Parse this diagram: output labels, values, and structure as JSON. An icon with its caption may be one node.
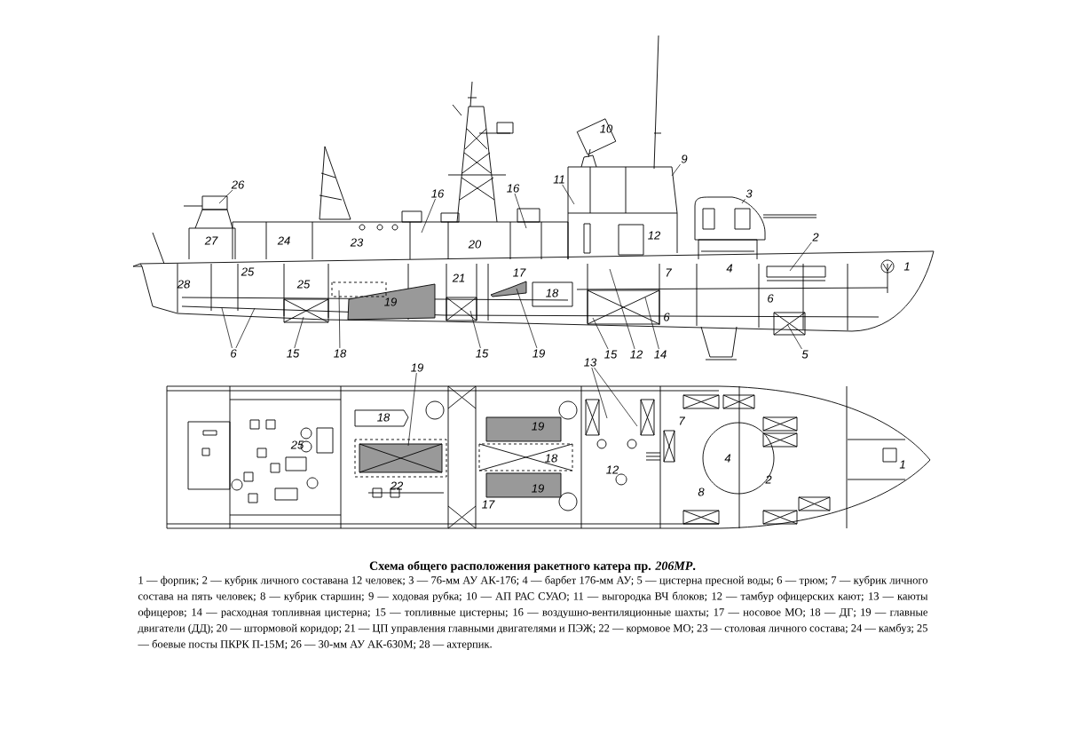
{
  "diagram": {
    "title": "Схема общего расположения ракетного катера пр. *206МР*.",
    "caption": "1 — форпик; 2 — кубрик личного составана 12 человек; 3 — 76-мм АУ АК-176; 4 — барбет 176-мм АУ; 5 — цистерна пресной воды; 6 — трюм; 7 — кубрик личного состава на пять человек; 8 — кубрик старшин; 9 — ходовая рубка; 10 — АП РАС СУАО; 11 — выгородка ВЧ блоков; 12 — тамбур офицерских кают; 13 — каюты офицеров; 14 — расходная топливная цистерна; 15 — топливные цистерны; 16 — воздушно-вентиляционные шахты; 17 — носовое МО; 18 — ДГ; 19 — главные двигатели (ДД); 20 — штормовой коридор; 21 — ЦП управления главными двигателями и ПЭЖ; 22 — кормовое МО; 23 — столовая личного состава; 24 — камбуз; 25 — боевые посты ПКРК П-15М; 26 — 30-мм АУ АК-630М; 28 — ахтерпик.",
    "nodes": [
      {
        "text": [
          "26"
        ]
      },
      {
        "text": [
          "16"
        ]
      },
      {
        "text": [
          "16"
        ]
      },
      {
        "text": [
          "11"
        ]
      },
      {
        "text": [
          "9"
        ]
      },
      {
        "text": [
          "3"
        ]
      },
      {
        "text": [
          "2"
        ]
      },
      {
        "text": [
          "6"
        ]
      },
      {
        "text": [
          "15"
        ]
      },
      {
        "text": [
          "18"
        ]
      },
      {
        "text": [
          "15"
        ]
      },
      {
        "text": [
          "19"
        ]
      },
      {
        "text": [
          "15"
        ]
      },
      {
        "text": [
          "12"
        ]
      },
      {
        "text": [
          "14"
        ]
      },
      {
        "text": [
          "5"
        ]
      },
      {
        "text": [
          "19"
        ]
      },
      {
        "text": [
          "13"
        ]
      }
    ],
    "edges": [
      {
        "from": 0,
        "to": null,
        "arrow": "none"
      },
      {
        "from": 1,
        "to": null,
        "arrow": "none"
      },
      {
        "from": 2,
        "to": null,
        "arrow": "none"
      },
      {
        "from": 3,
        "to": null,
        "arrow": "none"
      },
      {
        "from": 4,
        "to": null,
        "arrow": "none"
      },
      {
        "from": 5,
        "to": null,
        "arrow": "none"
      },
      {
        "from": 6,
        "to": null,
        "arrow": "none"
      },
      {
        "from": 7,
        "to": null,
        "arrow": "none"
      },
      {
        "from": 7,
        "to": null,
        "arrow": "none"
      },
      {
        "from": 8,
        "to": null,
        "arrow": "none"
      },
      {
        "from": 9,
        "to": null,
        "arrow": "none"
      },
      {
        "from": 10,
        "to": null,
        "arrow": "none"
      },
      {
        "from": 11,
        "to": null,
        "arrow": "none"
      },
      {
        "from": 12,
        "to": null,
        "arrow": "none"
      },
      {
        "from": 13,
        "to": null,
        "arrow": "none"
      },
      {
        "from": 14,
        "to": null,
        "arrow": "none"
      },
      {
        "from": 15,
        "to": null,
        "arrow": "none"
      },
      {
        "from": 16,
        "to": null,
        "arrow": "none"
      },
      {
        "from": 17,
        "to": null,
        "arrow": "none"
      },
      {
        "from": 17,
        "to": null,
        "arrow": "none"
      }
    ],
    "labels": [
      "10",
      "27",
      "24",
      "23",
      "20",
      "12",
      "25",
      "21",
      "17",
      "7",
      "4",
      "1",
      "28",
      "25",
      "19",
      "18",
      "6",
      "6",
      "18",
      "19",
      "7",
      "25",
      "18",
      "12",
      "4",
      "1",
      "22",
      "17",
      "19",
      "8",
      "2"
    ]
  }
}
